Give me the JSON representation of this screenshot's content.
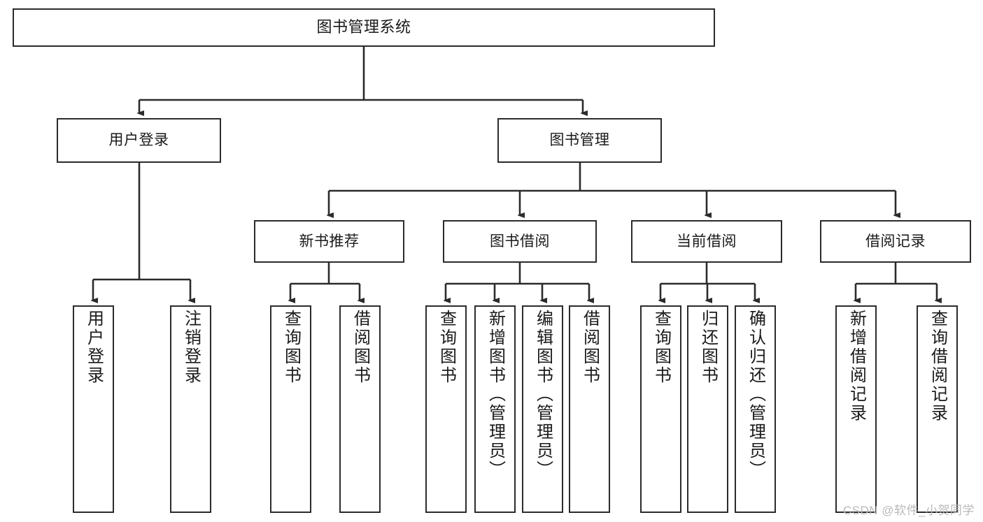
{
  "diagram": {
    "title": "图书管理系统",
    "type": "hierarchy-tree",
    "watermark": "CSDN @软件_小贺同学",
    "colors": {
      "box_border": "#2b2b2b",
      "box_fill": "#ffffff",
      "connector": "#2b2b2b",
      "text": "#1a1a1a",
      "watermark": "#b9b9b9",
      "background": "#ffffff"
    },
    "levels": {
      "root": {
        "label": "图书管理系统"
      },
      "level2": [
        {
          "label": "用户登录"
        },
        {
          "label": "图书管理"
        }
      ],
      "level3": [
        {
          "label": "新书推荐"
        },
        {
          "label": "图书借阅"
        },
        {
          "label": "当前借阅"
        },
        {
          "label": "借阅记录"
        }
      ],
      "leaves": {
        "user_login": [
          {
            "label": "用户登录"
          },
          {
            "label": "注销登录"
          }
        ],
        "new_book_recommend": [
          {
            "label": "查询图书"
          },
          {
            "label": "借阅图书"
          }
        ],
        "book_borrow": [
          {
            "label": "查询图书"
          },
          {
            "label": "新增图书（管理员）"
          },
          {
            "label": "编辑图书（管理员）"
          },
          {
            "label": "借阅图书"
          }
        ],
        "current_borrow": [
          {
            "label": "查询图书"
          },
          {
            "label": "归还图书"
          },
          {
            "label": "确认归还（管理员）"
          }
        ],
        "borrow_record": [
          {
            "label": "新增借阅记录"
          },
          {
            "label": "查询借阅记录"
          }
        ]
      }
    }
  }
}
